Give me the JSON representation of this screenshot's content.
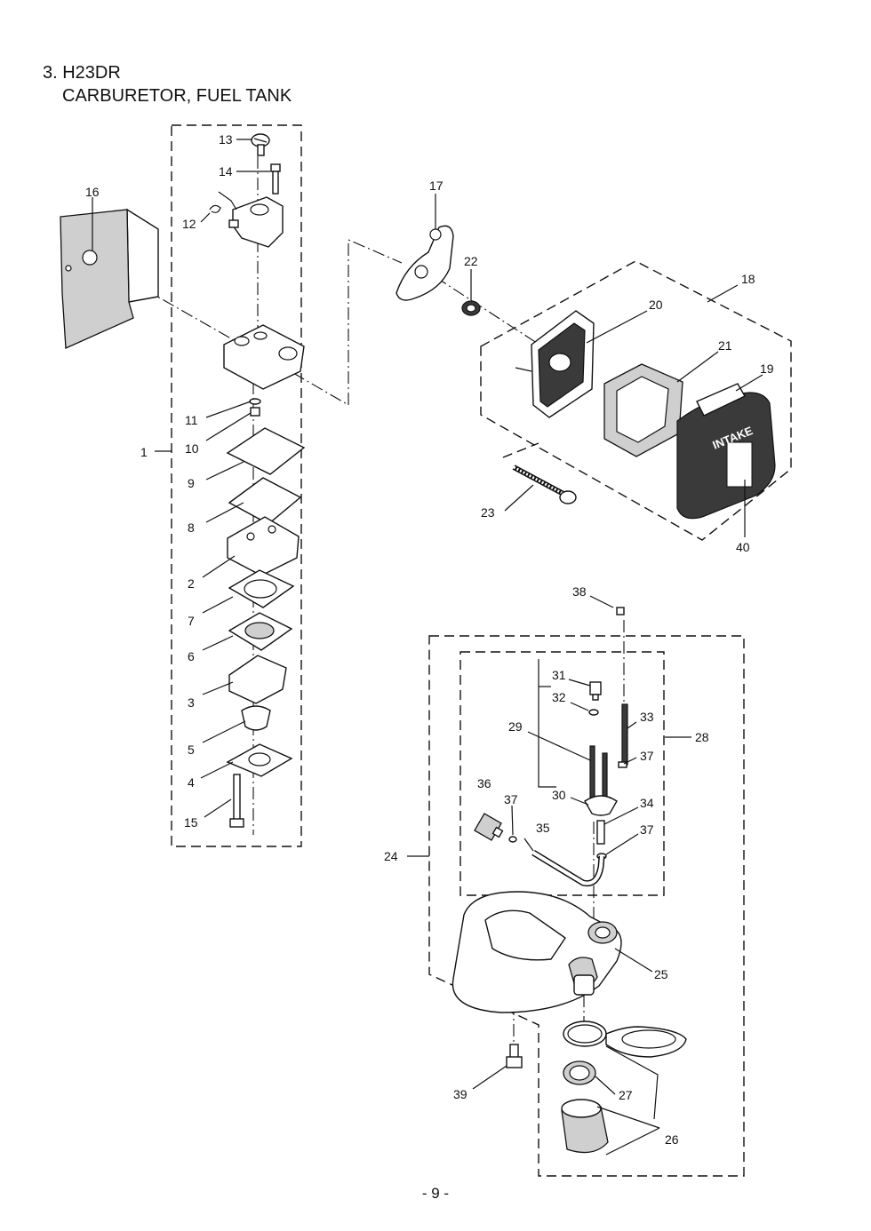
{
  "heading": {
    "line1": "3. H23DR",
    "line2": "CARBURETOR, FUEL TANK"
  },
  "page_number": "- 9 -",
  "intake_label": "INTAKE",
  "callouts": [
    "1",
    "2",
    "3",
    "4",
    "5",
    "6",
    "7",
    "8",
    "9",
    "10",
    "11",
    "12",
    "13",
    "14",
    "15",
    "16",
    "17",
    "18",
    "19",
    "20",
    "21",
    "22",
    "23",
    "24",
    "25",
    "26",
    "27",
    "28",
    "29",
    "30",
    "31",
    "32",
    "33",
    "34",
    "35",
    "36",
    "37",
    "37",
    "37",
    "38",
    "39",
    "40"
  ]
}
